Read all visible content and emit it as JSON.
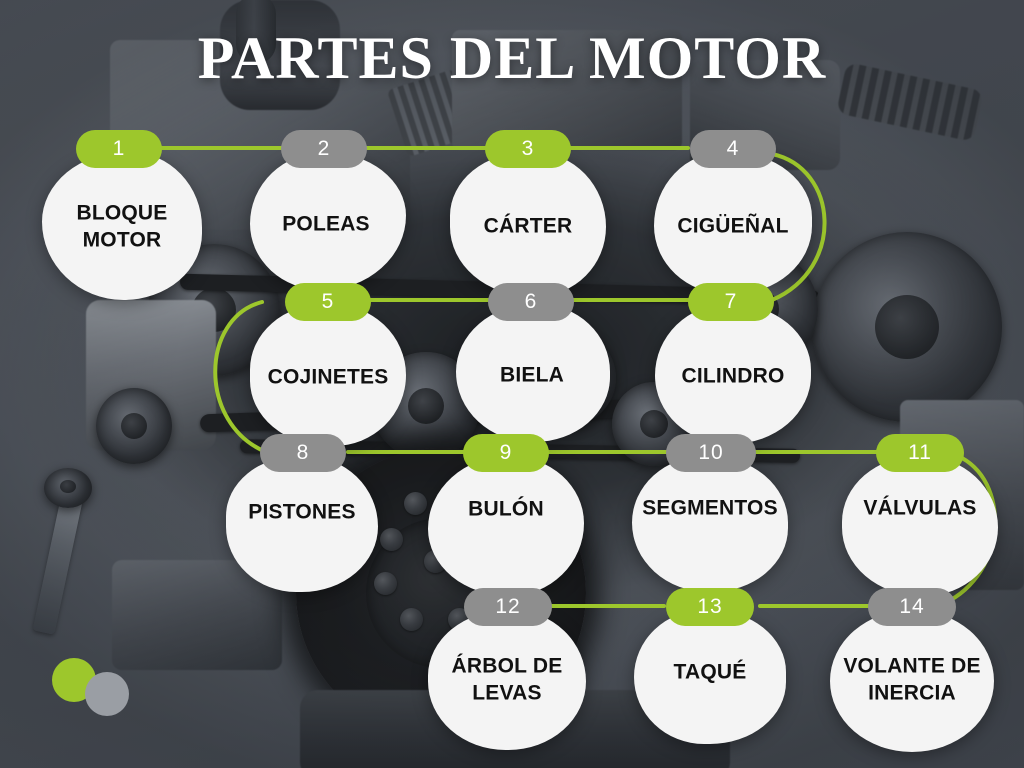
{
  "header": {
    "title": "PARTES DEL MOTOR"
  },
  "colors": {
    "accent_green": "#9dc72c",
    "badge_gray": "#8e8e8e",
    "blob_white": "#f4f4f4",
    "label_text": "#111111",
    "title_text": "#ffffff",
    "background_gray": "#565b64"
  },
  "decor": {
    "dot_green_color": "#9dc72c",
    "dot_gray_color": "#9a9ea4"
  },
  "diagram": {
    "type": "labeled-parts-infographic",
    "subject": "engine",
    "item_count": 14,
    "rows": [
      {
        "row": 1,
        "item_numbers": [
          "1",
          "2",
          "3",
          "4"
        ]
      },
      {
        "row": 2,
        "item_numbers": [
          "5",
          "6",
          "7"
        ]
      },
      {
        "row": 3,
        "item_numbers": [
          "8",
          "9",
          "10",
          "11"
        ]
      },
      {
        "row": 4,
        "item_numbers": [
          "12",
          "13",
          "14"
        ]
      }
    ],
    "items": [
      {
        "number": "1",
        "label": "BLOQUE MOTOR",
        "lines": [
          "BLOQUE",
          "MOTOR"
        ],
        "badge_color": "green",
        "row": 1
      },
      {
        "number": "2",
        "label": "POLEAS",
        "lines": [
          "POLEAS"
        ],
        "badge_color": "gray",
        "row": 1
      },
      {
        "number": "3",
        "label": "CÁRTER",
        "lines": [
          "CÁRTER"
        ],
        "badge_color": "green",
        "row": 1
      },
      {
        "number": "4",
        "label": "CIGÜEÑAL",
        "lines": [
          "CIGÜEÑAL"
        ],
        "badge_color": "gray",
        "row": 1
      },
      {
        "number": "5",
        "label": "COJINETES",
        "lines": [
          "COJINETES"
        ],
        "badge_color": "green",
        "row": 2
      },
      {
        "number": "6",
        "label": "BIELA",
        "lines": [
          "BIELA"
        ],
        "badge_color": "gray",
        "row": 2
      },
      {
        "number": "7",
        "label": "CILINDRO",
        "lines": [
          "CILINDRO"
        ],
        "badge_color": "green",
        "row": 2
      },
      {
        "number": "8",
        "label": "PISTONES",
        "lines": [
          "PISTONES"
        ],
        "badge_color": "gray",
        "row": 3
      },
      {
        "number": "9",
        "label": "BULÓN",
        "lines": [
          "BULÓN"
        ],
        "badge_color": "green",
        "row": 3
      },
      {
        "number": "10",
        "label": "SEGMENTOS",
        "lines": [
          "SEGMENTOS"
        ],
        "badge_color": "gray",
        "row": 3
      },
      {
        "number": "11",
        "label": "VÁLVULAS",
        "lines": [
          "VÁLVULAS"
        ],
        "badge_color": "green",
        "row": 3
      },
      {
        "number": "12",
        "label": "ÁRBOL DE LEVAS",
        "lines": [
          "ÁRBOL DE",
          "LEVAS"
        ],
        "badge_color": "gray",
        "row": 4
      },
      {
        "number": "13",
        "label": "TAQUÉ",
        "lines": [
          "TAQUÉ"
        ],
        "badge_color": "green",
        "row": 4
      },
      {
        "number": "14",
        "label": "VOLANTE DE INERCIA",
        "lines": [
          "VOLANTE DE",
          "INERCIA"
        ],
        "badge_color": "gray",
        "row": 4
      }
    ]
  }
}
